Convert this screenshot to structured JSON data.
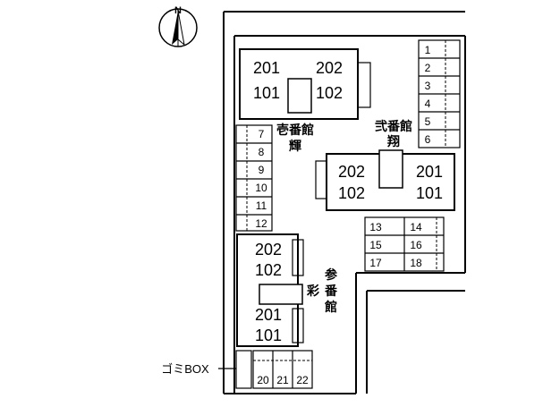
{
  "compass": {
    "north_label": "N"
  },
  "buildings": [
    {
      "name": "壱番館",
      "subname": "輝",
      "units_top": [
        "201",
        "202"
      ],
      "units_bottom": [
        "101",
        "102"
      ]
    },
    {
      "name": "弐番館",
      "subname": "翔",
      "units_top": [
        "202",
        "201"
      ],
      "units_bottom": [
        "102",
        "101"
      ]
    },
    {
      "name": "参番館",
      "subname": "彩",
      "units_left": [
        "202",
        "102",
        "201",
        "101"
      ]
    }
  ],
  "parking": {
    "right_column": [
      "1",
      "2",
      "3",
      "4",
      "5",
      "6"
    ],
    "left_column": [
      "7",
      "8",
      "9",
      "10",
      "11",
      "12"
    ],
    "center_grid": [
      "13",
      "14",
      "15",
      "16",
      "17",
      "18"
    ],
    "bottom_row": [
      "20",
      "21",
      "22"
    ]
  },
  "labels": {
    "garbage_box": "ゴミBOX"
  }
}
